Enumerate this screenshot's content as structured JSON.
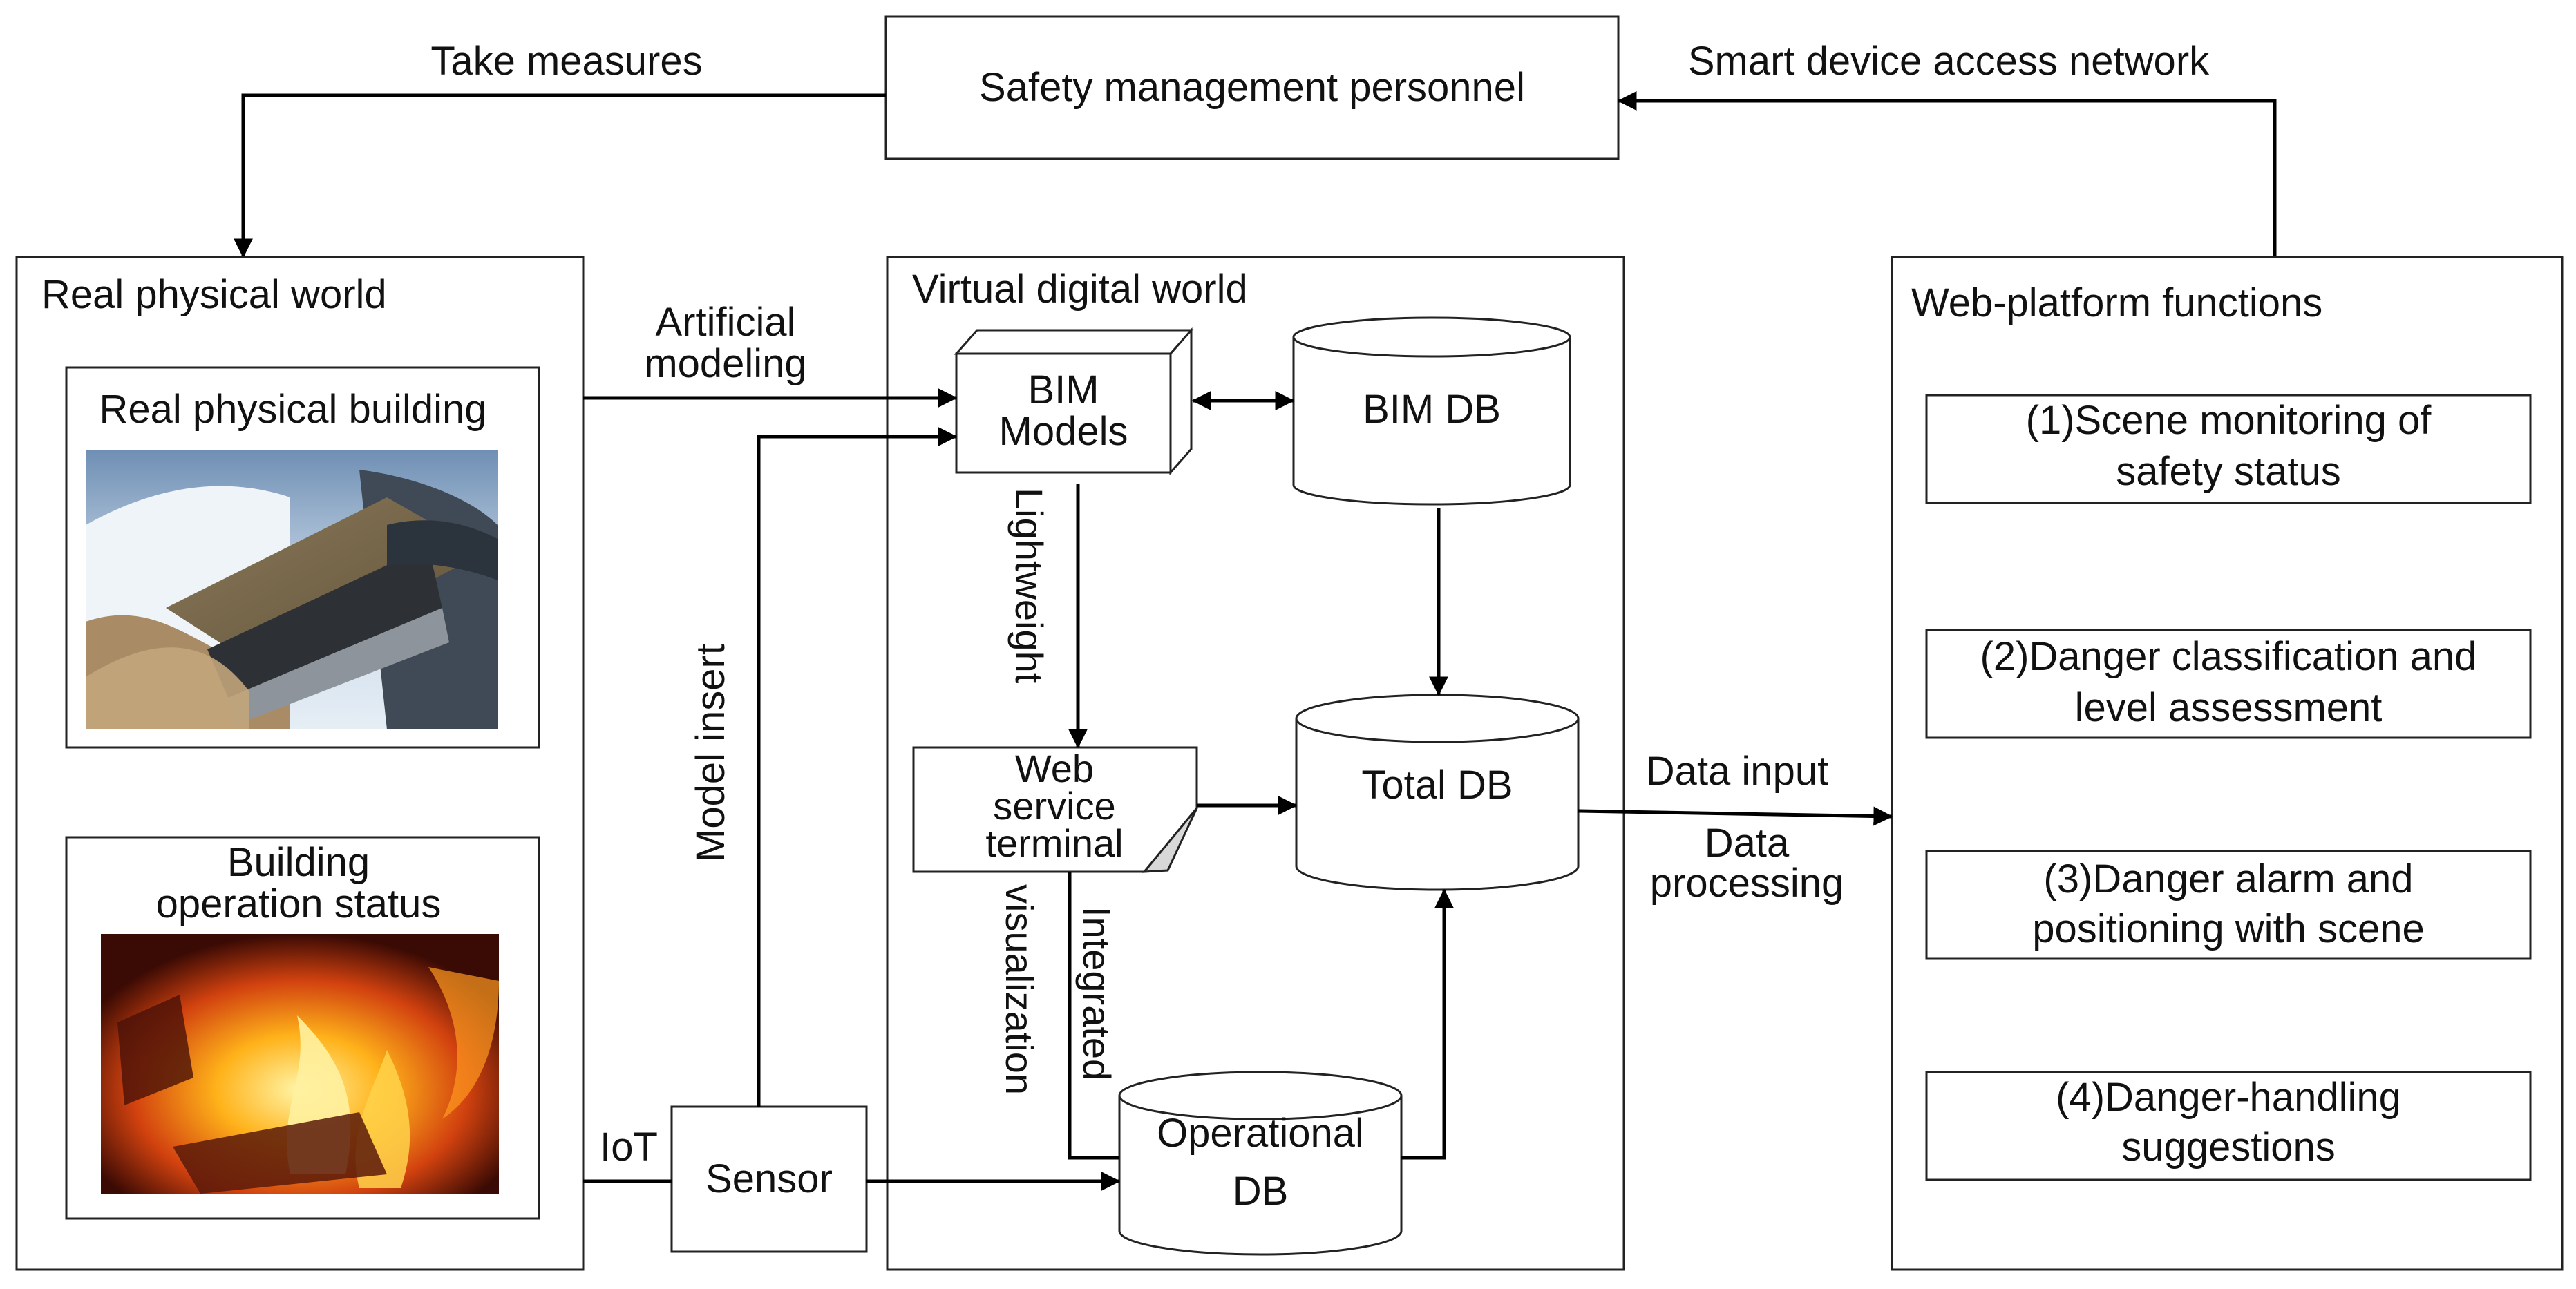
{
  "nodes": {
    "safety_personnel": "Safety management personnel",
    "real_world": "Real physical world",
    "real_building": "Real physical building",
    "building_status_line1": "Building",
    "building_status_line2": "operation status",
    "virtual_world": "Virtual digital world",
    "bim_models_line1": "BIM",
    "bim_models_line2": "Models",
    "bim_db": "BIM DB",
    "total_db": "Total DB",
    "operational_db_line1": "Operational",
    "operational_db_line2": "DB",
    "web_terminal_line1": "Web",
    "web_terminal_line2": "service",
    "web_terminal_line3": "terminal",
    "sensor": "Sensor",
    "web_platform": "Web-platform functions",
    "func1_line1": "(1)Scene monitoring of",
    "func1_line2": "safety status",
    "func2_line1": "(2)Danger classification and",
    "func2_line2": "level assessment",
    "func3_line1": "(3)Danger alarm and",
    "func3_line2": "positioning with scene",
    "func4_line1": "(4)Danger-handling",
    "func4_line2": "suggestions"
  },
  "edges": {
    "take_measures": "Take measures",
    "smart_device": "Smart device access network",
    "artificial_line1": "Artificial",
    "artificial_line2": "modeling",
    "model_insert": "Model insert",
    "lightweight": "Lightweight",
    "integrated": "Integrated",
    "visualization": "visualization",
    "iot": "IoT",
    "data_input": "Data input",
    "data_processing_line1": "Data",
    "data_processing_line2": "processing"
  },
  "icons": {
    "building_photo": "building-photo",
    "fire_photo": "fire-photo"
  },
  "colors": {
    "stroke": "#222222",
    "fire": "#e8641a"
  }
}
